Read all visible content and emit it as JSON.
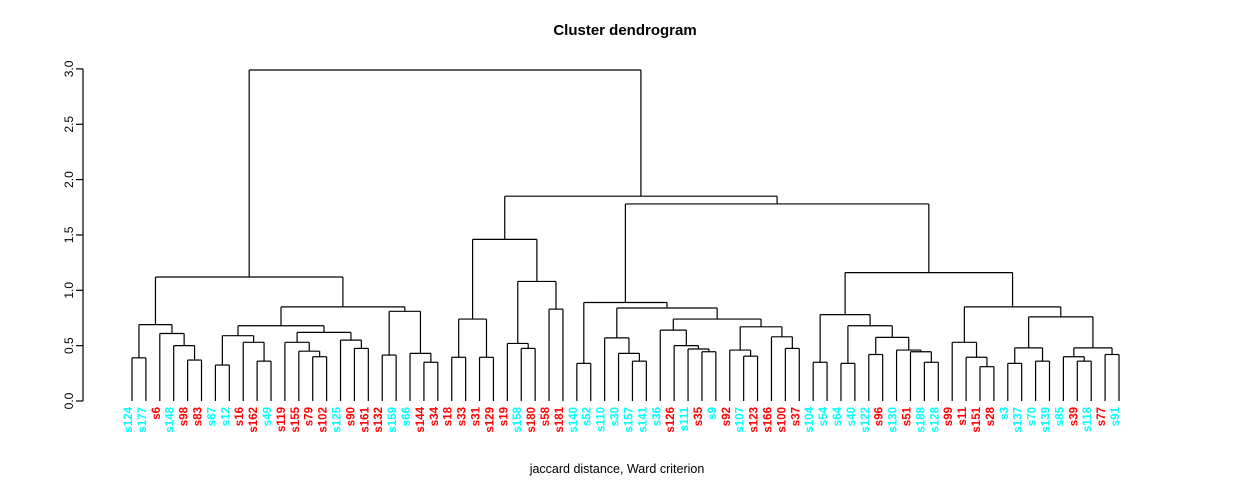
{
  "title": "Cluster dendrogram",
  "caption": "jaccard distance, Ward criterion",
  "y_axis": {
    "ticks": [
      "0.0",
      "0.5",
      "1.0",
      "1.5",
      "2.0",
      "2.5",
      "3.0"
    ],
    "min": 0.0,
    "max": 3.0
  },
  "palette": {
    "cyan": "#00ffff",
    "red": "#ff0000",
    "line": "#000000",
    "text": "#000000"
  },
  "chart_data": {
    "type": "dendrogram",
    "title": "Cluster dendrogram",
    "xlabel": "jaccard distance, Ward criterion",
    "ylabel": "",
    "ylim": [
      0.0,
      3.0
    ],
    "grid": false,
    "leaves": [
      {
        "label": "s124",
        "color": "cyan"
      },
      {
        "label": "s177",
        "color": "cyan"
      },
      {
        "label": "s6",
        "color": "red"
      },
      {
        "label": "s148",
        "color": "cyan"
      },
      {
        "label": "s98",
        "color": "red"
      },
      {
        "label": "s83",
        "color": "red"
      },
      {
        "label": "s67",
        "color": "cyan"
      },
      {
        "label": "s12",
        "color": "cyan"
      },
      {
        "label": "s16",
        "color": "red"
      },
      {
        "label": "s162",
        "color": "red"
      },
      {
        "label": "s49",
        "color": "cyan"
      },
      {
        "label": "s119",
        "color": "red"
      },
      {
        "label": "s155",
        "color": "red"
      },
      {
        "label": "s79",
        "color": "red"
      },
      {
        "label": "s102",
        "color": "red"
      },
      {
        "label": "s125",
        "color": "cyan"
      },
      {
        "label": "s90",
        "color": "red"
      },
      {
        "label": "s161",
        "color": "red"
      },
      {
        "label": "s132",
        "color": "red"
      },
      {
        "label": "s159",
        "color": "cyan"
      },
      {
        "label": "s66",
        "color": "cyan"
      },
      {
        "label": "s144",
        "color": "red"
      },
      {
        "label": "s34",
        "color": "red"
      },
      {
        "label": "s18",
        "color": "red"
      },
      {
        "label": "s33",
        "color": "red"
      },
      {
        "label": "s31",
        "color": "red"
      },
      {
        "label": "s129",
        "color": "red"
      },
      {
        "label": "s19",
        "color": "red"
      },
      {
        "label": "s158",
        "color": "cyan"
      },
      {
        "label": "s180",
        "color": "red"
      },
      {
        "label": "s58",
        "color": "red"
      },
      {
        "label": "s181",
        "color": "red"
      },
      {
        "label": "s140",
        "color": "cyan"
      },
      {
        "label": "s52",
        "color": "cyan"
      },
      {
        "label": "s110",
        "color": "cyan"
      },
      {
        "label": "s30",
        "color": "cyan"
      },
      {
        "label": "s157",
        "color": "cyan"
      },
      {
        "label": "s141",
        "color": "cyan"
      },
      {
        "label": "s36",
        "color": "cyan"
      },
      {
        "label": "s126",
        "color": "red"
      },
      {
        "label": "s111",
        "color": "cyan"
      },
      {
        "label": "s35",
        "color": "red"
      },
      {
        "label": "s9",
        "color": "cyan"
      },
      {
        "label": "s92",
        "color": "red"
      },
      {
        "label": "s107",
        "color": "cyan"
      },
      {
        "label": "s123",
        "color": "red"
      },
      {
        "label": "s166",
        "color": "red"
      },
      {
        "label": "s100",
        "color": "red"
      },
      {
        "label": "s37",
        "color": "red"
      },
      {
        "label": "s104",
        "color": "cyan"
      },
      {
        "label": "s54",
        "color": "cyan"
      },
      {
        "label": "s64",
        "color": "cyan"
      },
      {
        "label": "s40",
        "color": "cyan"
      },
      {
        "label": "s122",
        "color": "cyan"
      },
      {
        "label": "s96",
        "color": "red"
      },
      {
        "label": "s130",
        "color": "cyan"
      },
      {
        "label": "s51",
        "color": "red"
      },
      {
        "label": "s188",
        "color": "cyan"
      },
      {
        "label": "s128",
        "color": "cyan"
      },
      {
        "label": "s99",
        "color": "red"
      },
      {
        "label": "s11",
        "color": "red"
      },
      {
        "label": "s151",
        "color": "red"
      },
      {
        "label": "s28",
        "color": "red"
      },
      {
        "label": "s3",
        "color": "cyan"
      },
      {
        "label": "s137",
        "color": "cyan"
      },
      {
        "label": "s70",
        "color": "cyan"
      },
      {
        "label": "s139",
        "color": "cyan"
      },
      {
        "label": "s85",
        "color": "cyan"
      },
      {
        "label": "s39",
        "color": "red"
      },
      {
        "label": "s118",
        "color": "cyan"
      },
      {
        "label": "s77",
        "color": "red"
      },
      {
        "label": "s91",
        "color": "cyan"
      }
    ],
    "tree": {
      "h": 2.99,
      "c": [
        {
          "h": 1.12,
          "c": [
            {
              "h": 0.69,
              "c": [
                {
                  "h": 0.39,
                  "c": [
                    "s124",
                    "s177"
                  ]
                },
                {
                  "h": 0.61,
                  "c": [
                    "s6",
                    {
                      "h": 0.5,
                      "c": [
                        "s148",
                        {
                          "h": 0.37,
                          "c": [
                            "s98",
                            "s83"
                          ]
                        }
                      ]
                    }
                  ]
                }
              ]
            },
            {
              "h": 0.85,
              "c": [
                {
                  "h": 0.68,
                  "c": [
                    {
                      "h": 0.59,
                      "c": [
                        {
                          "h": 0.325,
                          "c": [
                            "s67",
                            "s12"
                          ]
                        },
                        {
                          "h": 0.53,
                          "c": [
                            "s16",
                            {
                              "h": 0.36,
                              "c": [
                                "s162",
                                "s49"
                              ]
                            }
                          ]
                        }
                      ]
                    },
                    {
                      "h": 0.62,
                      "c": [
                        {
                          "h": 0.53,
                          "c": [
                            "s119",
                            {
                              "h": 0.45,
                              "c": [
                                "s155",
                                {
                                  "h": 0.4,
                                  "c": [
                                    "s79",
                                    "s102"
                                  ]
                                }
                              ]
                            }
                          ]
                        },
                        {
                          "h": 0.55,
                          "c": [
                            "s125",
                            {
                              "h": 0.475,
                              "c": [
                                "s90",
                                "s161"
                              ]
                            }
                          ]
                        }
                      ]
                    }
                  ]
                },
                {
                  "h": 0.81,
                  "c": [
                    {
                      "h": 0.415,
                      "c": [
                        "s132",
                        "s159"
                      ]
                    },
                    {
                      "h": 0.43,
                      "c": [
                        "s66",
                        {
                          "h": 0.35,
                          "c": [
                            "s144",
                            "s34"
                          ]
                        }
                      ]
                    }
                  ]
                }
              ]
            }
          ]
        },
        {
          "h": 1.85,
          "c": [
            {
              "h": 1.46,
              "c": [
                {
                  "h": 0.74,
                  "c": [
                    {
                      "h": 0.395,
                      "c": [
                        "s18",
                        "s33"
                      ]
                    },
                    {
                      "h": 0.395,
                      "c": [
                        "s31",
                        "s129"
                      ]
                    }
                  ]
                },
                {
                  "h": 1.08,
                  "c": [
                    {
                      "h": 0.52,
                      "c": [
                        "s19",
                        {
                          "h": 0.475,
                          "c": [
                            "s158",
                            "s180"
                          ]
                        }
                      ]
                    },
                    {
                      "h": 0.83,
                      "c": [
                        "s58",
                        "s181"
                      ]
                    }
                  ]
                }
              ]
            },
            {
              "h": 1.78,
              "c": [
                {
                  "h": 0.89,
                  "c": [
                    {
                      "h": 0.34,
                      "c": [
                        "s140",
                        "s52"
                      ]
                    },
                    {
                      "h": 0.84,
                      "c": [
                        {
                          "h": 0.57,
                          "c": [
                            "s110",
                            {
                              "h": 0.43,
                              "c": [
                                "s30",
                                {
                                  "h": 0.36,
                                  "c": [
                                    "s157",
                                    "s141"
                                  ]
                                }
                              ]
                            }
                          ]
                        },
                        {
                          "h": 0.74,
                          "c": [
                            {
                              "h": 0.64,
                              "c": [
                                "s36",
                                {
                                  "h": 0.5,
                                  "c": [
                                    "s126",
                                    {
                                      "h": 0.47,
                                      "c": [
                                        "s111",
                                        {
                                          "h": 0.445,
                                          "c": [
                                            "s35",
                                            "s9"
                                          ]
                                        }
                                      ]
                                    }
                                  ]
                                }
                              ]
                            },
                            {
                              "h": 0.67,
                              "c": [
                                {
                                  "h": 0.46,
                                  "c": [
                                    "s92",
                                    {
                                      "h": 0.405,
                                      "c": [
                                        "s107",
                                        "s123"
                                      ]
                                    }
                                  ]
                                },
                                {
                                  "h": 0.58,
                                  "c": [
                                    "s166",
                                    {
                                      "h": 0.475,
                                      "c": [
                                        "s100",
                                        "s37"
                                      ]
                                    }
                                  ]
                                }
                              ]
                            }
                          ]
                        }
                      ]
                    }
                  ]
                },
                {
                  "h": 1.16,
                  "c": [
                    {
                      "h": 0.78,
                      "c": [
                        {
                          "h": 0.35,
                          "c": [
                            "s104",
                            "s54"
                          ]
                        },
                        {
                          "h": 0.68,
                          "c": [
                            {
                              "h": 0.34,
                              "c": [
                                "s64",
                                "s40"
                              ]
                            },
                            {
                              "h": 0.575,
                              "c": [
                                {
                                  "h": 0.42,
                                  "c": [
                                    "s122",
                                    "s96"
                                  ]
                                },
                                {
                                  "h": 0.46,
                                  "c": [
                                    "s130",
                                    {
                                      "h": 0.445,
                                      "c": [
                                        "s51",
                                        {
                                          "h": 0.35,
                                          "c": [
                                            "s188",
                                            "s128"
                                          ]
                                        }
                                      ]
                                    }
                                  ]
                                }
                              ]
                            }
                          ]
                        }
                      ]
                    },
                    {
                      "h": 0.85,
                      "c": [
                        {
                          "h": 0.53,
                          "c": [
                            "s99",
                            {
                              "h": 0.395,
                              "c": [
                                "s11",
                                {
                                  "h": 0.31,
                                  "c": [
                                    "s151",
                                    "s28"
                                  ]
                                }
                              ]
                            }
                          ]
                        },
                        {
                          "h": 0.76,
                          "c": [
                            {
                              "h": 0.48,
                              "c": [
                                {
                                  "h": 0.34,
                                  "c": [
                                    "s3",
                                    "s137"
                                  ]
                                },
                                {
                                  "h": 0.36,
                                  "c": [
                                    "s70",
                                    "s139"
                                  ]
                                }
                              ]
                            },
                            {
                              "h": 0.48,
                              "c": [
                                {
                                  "h": 0.4,
                                  "c": [
                                    "s85",
                                    {
                                      "h": 0.36,
                                      "c": [
                                        "s39",
                                        "s118"
                                      ]
                                    }
                                  ]
                                },
                                {
                                  "h": 0.42,
                                  "c": [
                                    "s77",
                                    "s91"
                                  ]
                                }
                              ]
                            }
                          ]
                        }
                      ]
                    }
                  ]
                }
              ]
            }
          ]
        }
      ]
    }
  }
}
